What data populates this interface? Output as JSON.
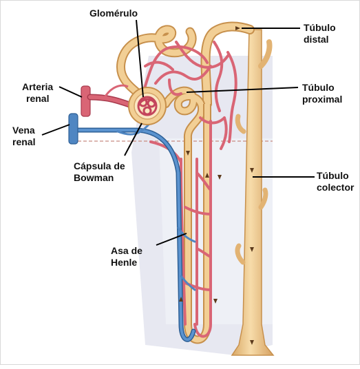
{
  "colors": {
    "tubule": "#f0c98c",
    "tubule_edge": "#c7904c",
    "artery": "#d96575",
    "artery_edge": "#a83a4d",
    "vein": "#4f86c2",
    "vein_edge": "#2d5f95",
    "shade": "#e3e5ef",
    "leader": "#000000",
    "dashed_line": "#c88a80"
  },
  "labels": {
    "glomerulo": "Glomérulo",
    "tubulo_distal": [
      "Túbulo",
      "distal"
    ],
    "arteria_renal": [
      "Arteria",
      "renal"
    ],
    "tubulo_proximal": [
      "Túbulo",
      "proximal"
    ],
    "vena_renal": [
      "Vena",
      "renal"
    ],
    "capsula_bowman": [
      "Cápsula de",
      "Bowman"
    ],
    "tubulo_colector": [
      "Túbulo",
      "colector"
    ],
    "asa_henle": [
      "Asa de",
      "Henle"
    ]
  }
}
